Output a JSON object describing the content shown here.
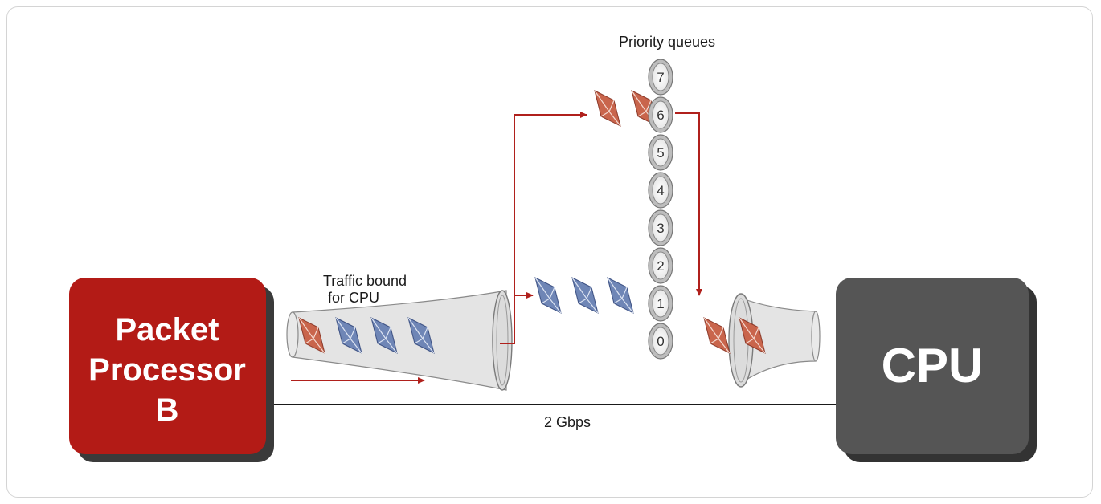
{
  "labels": {
    "priority_queues": "Priority queues",
    "traffic_line1": "Traffic bound",
    "traffic_line2": "for CPU",
    "link_speed": "2 Gbps",
    "source_line1": "Packet",
    "source_line2": "Processor",
    "source_line3": "B",
    "destination": "CPU"
  },
  "queues": [
    "7",
    "6",
    "5",
    "4",
    "3",
    "2",
    "1",
    "0"
  ],
  "colors": {
    "source_box": "#b31b16",
    "destination_box": "#555555",
    "flow_arrow": "#b0201c",
    "envelope_red": "#c9654c",
    "envelope_blue": "#6f86b6",
    "funnel_fill": "#e4e4e4"
  }
}
